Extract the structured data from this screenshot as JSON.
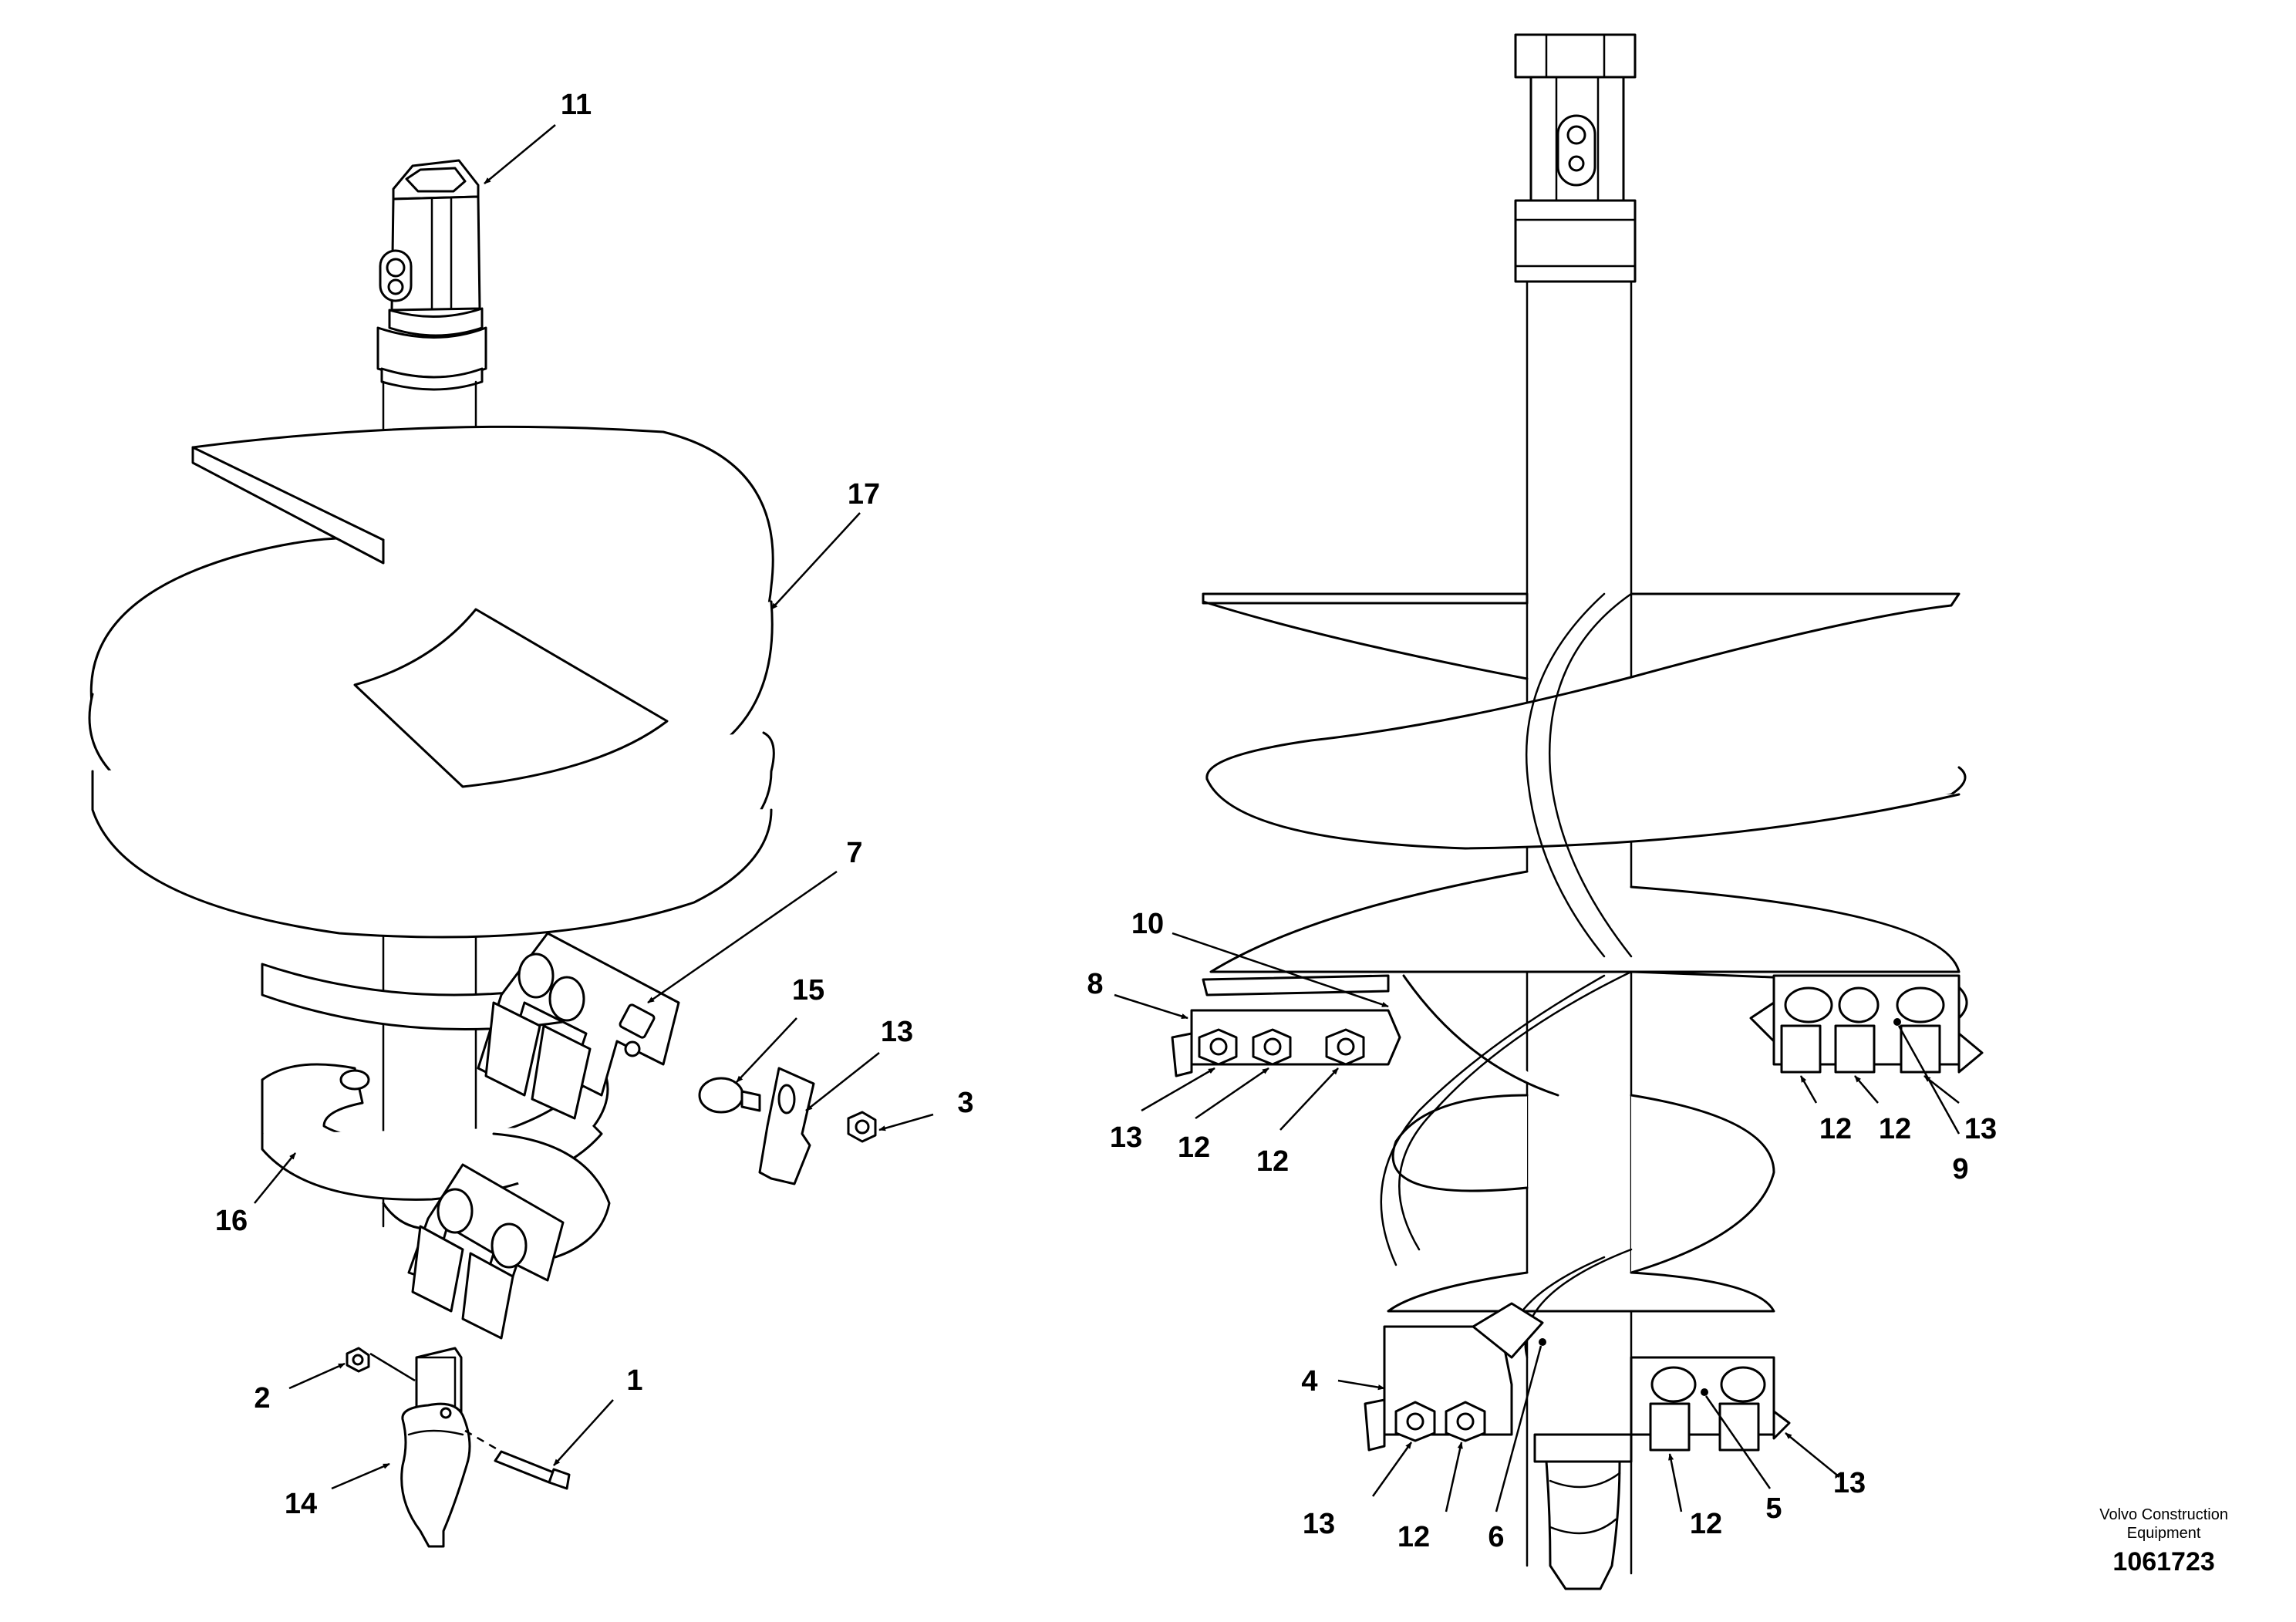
{
  "maker": [
    "Volvo Construction",
    "Equipment"
  ],
  "drawing_number": "1061723",
  "callouts": {
    "left": [
      "11",
      "17",
      "7",
      "15",
      "13",
      "3",
      "16",
      "2",
      "1",
      "14"
    ],
    "right": [
      "10",
      "8",
      "13",
      "12",
      "12",
      "12",
      "12",
      "13",
      "9",
      "4",
      "13",
      "12",
      "6",
      "12",
      "5",
      "13"
    ]
  },
  "colors": {
    "line": "#000000",
    "background": "#ffffff"
  }
}
